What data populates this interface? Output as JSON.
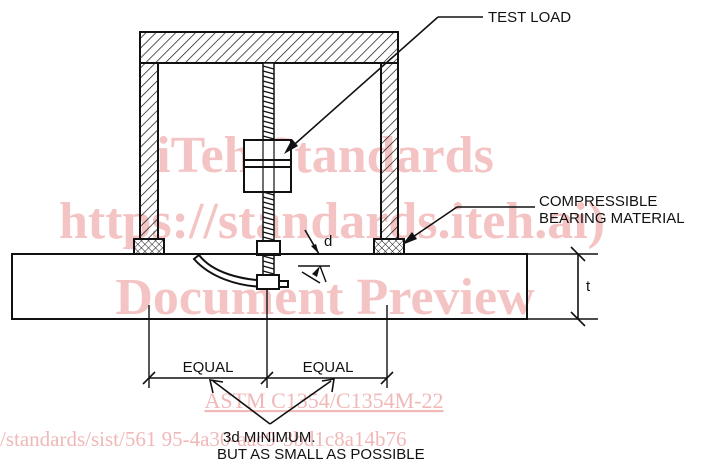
{
  "labels": {
    "test_load": "TEST LOAD",
    "compressible_line1": "COMPRESSIBLE",
    "compressible_line2": "BEARING MATERIAL",
    "d": "d",
    "t": "t",
    "equal_left": "EQUAL",
    "equal_right": "EQUAL",
    "min_line1": "3d MINIMUM.",
    "min_line2": "BUT AS SMALL AS POSSIBLE"
  },
  "watermark": {
    "line1": "iTeh Standards",
    "line2": "https://standards.iteh.ai)",
    "line3": "Document Preview",
    "standard_link": "ASTM C1354/C1354M-22",
    "url_fragment": "/standards/sist/561 95-4a30-aac9-3bd1c8a14b76"
  },
  "colors": {
    "line": "#111111",
    "watermark": "#f4c4c4"
  }
}
